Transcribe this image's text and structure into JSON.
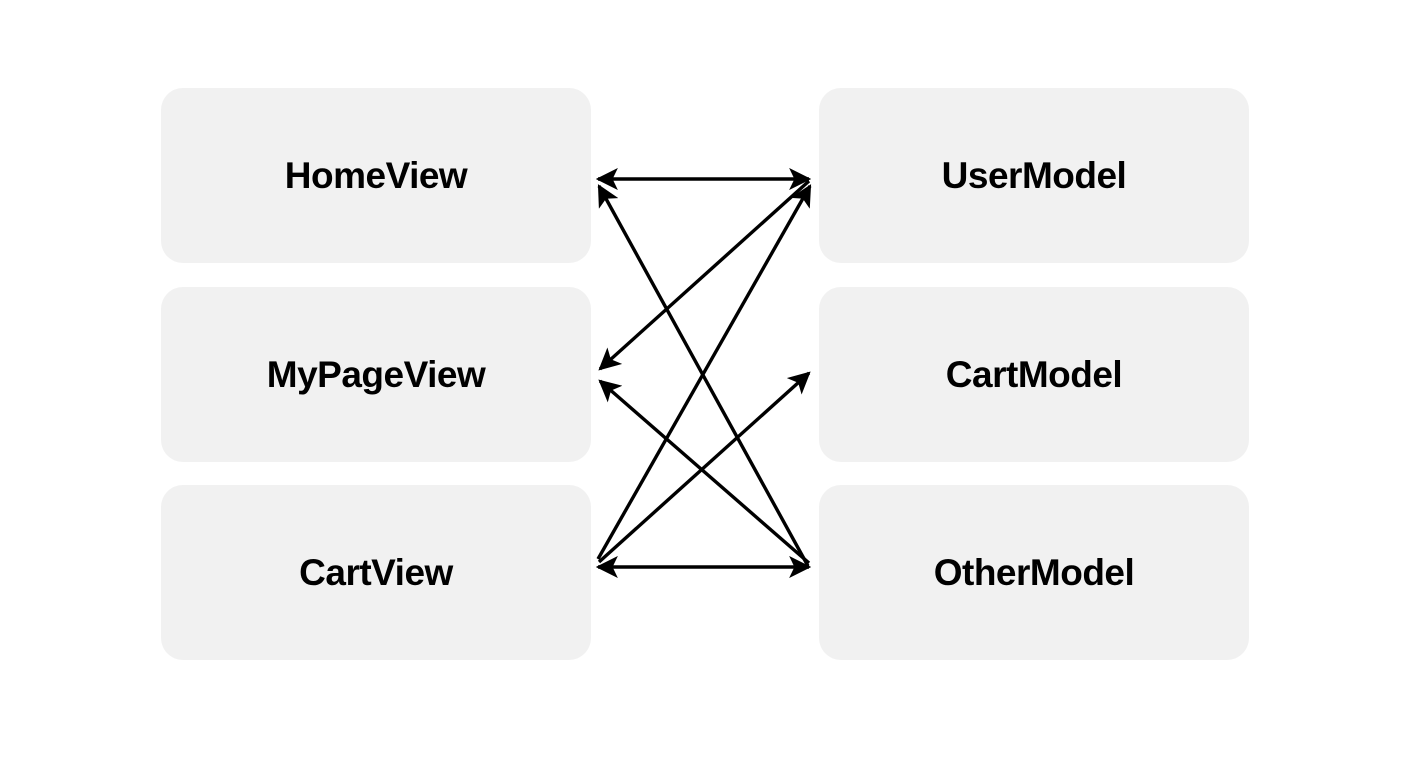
{
  "diagram": {
    "type": "relationship-diagram",
    "background_color": "#ffffff",
    "node_fill_color": "#f1f1f1",
    "edge_color": "#000000",
    "left_column": {
      "title_role": "views",
      "nodes": [
        {
          "id": "homeview",
          "label": "HomeView"
        },
        {
          "id": "mypageview",
          "label": "MyPageView"
        },
        {
          "id": "cartview",
          "label": "CartView"
        }
      ]
    },
    "right_column": {
      "title_role": "models",
      "nodes": [
        {
          "id": "usermodel",
          "label": "UserModel"
        },
        {
          "id": "cartmodel",
          "label": "CartModel"
        },
        {
          "id": "othermodel",
          "label": "OtherModel"
        }
      ]
    },
    "edges": [
      {
        "id": "homeview-usermodel",
        "from": "homeview",
        "to": "usermodel",
        "direction": "both",
        "style": "horizontal"
      },
      {
        "id": "othermodel-homeview",
        "from": "othermodel",
        "to": "homeview",
        "direction": "forward",
        "style": "diagonal"
      },
      {
        "id": "usermodel-mypageview",
        "from": "usermodel",
        "to": "mypageview",
        "direction": "forward",
        "style": "diagonal"
      },
      {
        "id": "othermodel-mypageview",
        "from": "othermodel",
        "to": "mypageview",
        "direction": "forward",
        "style": "diagonal"
      },
      {
        "id": "cartview-cartmodel",
        "from": "cartview",
        "to": "cartmodel",
        "direction": "forward",
        "style": "diagonal"
      },
      {
        "id": "cartview-usermodel",
        "from": "cartview",
        "to": "usermodel",
        "direction": "forward",
        "style": "diagonal"
      },
      {
        "id": "cartview-othermodel",
        "from": "cartview",
        "to": "othermodel",
        "direction": "both",
        "style": "horizontal"
      }
    ]
  }
}
